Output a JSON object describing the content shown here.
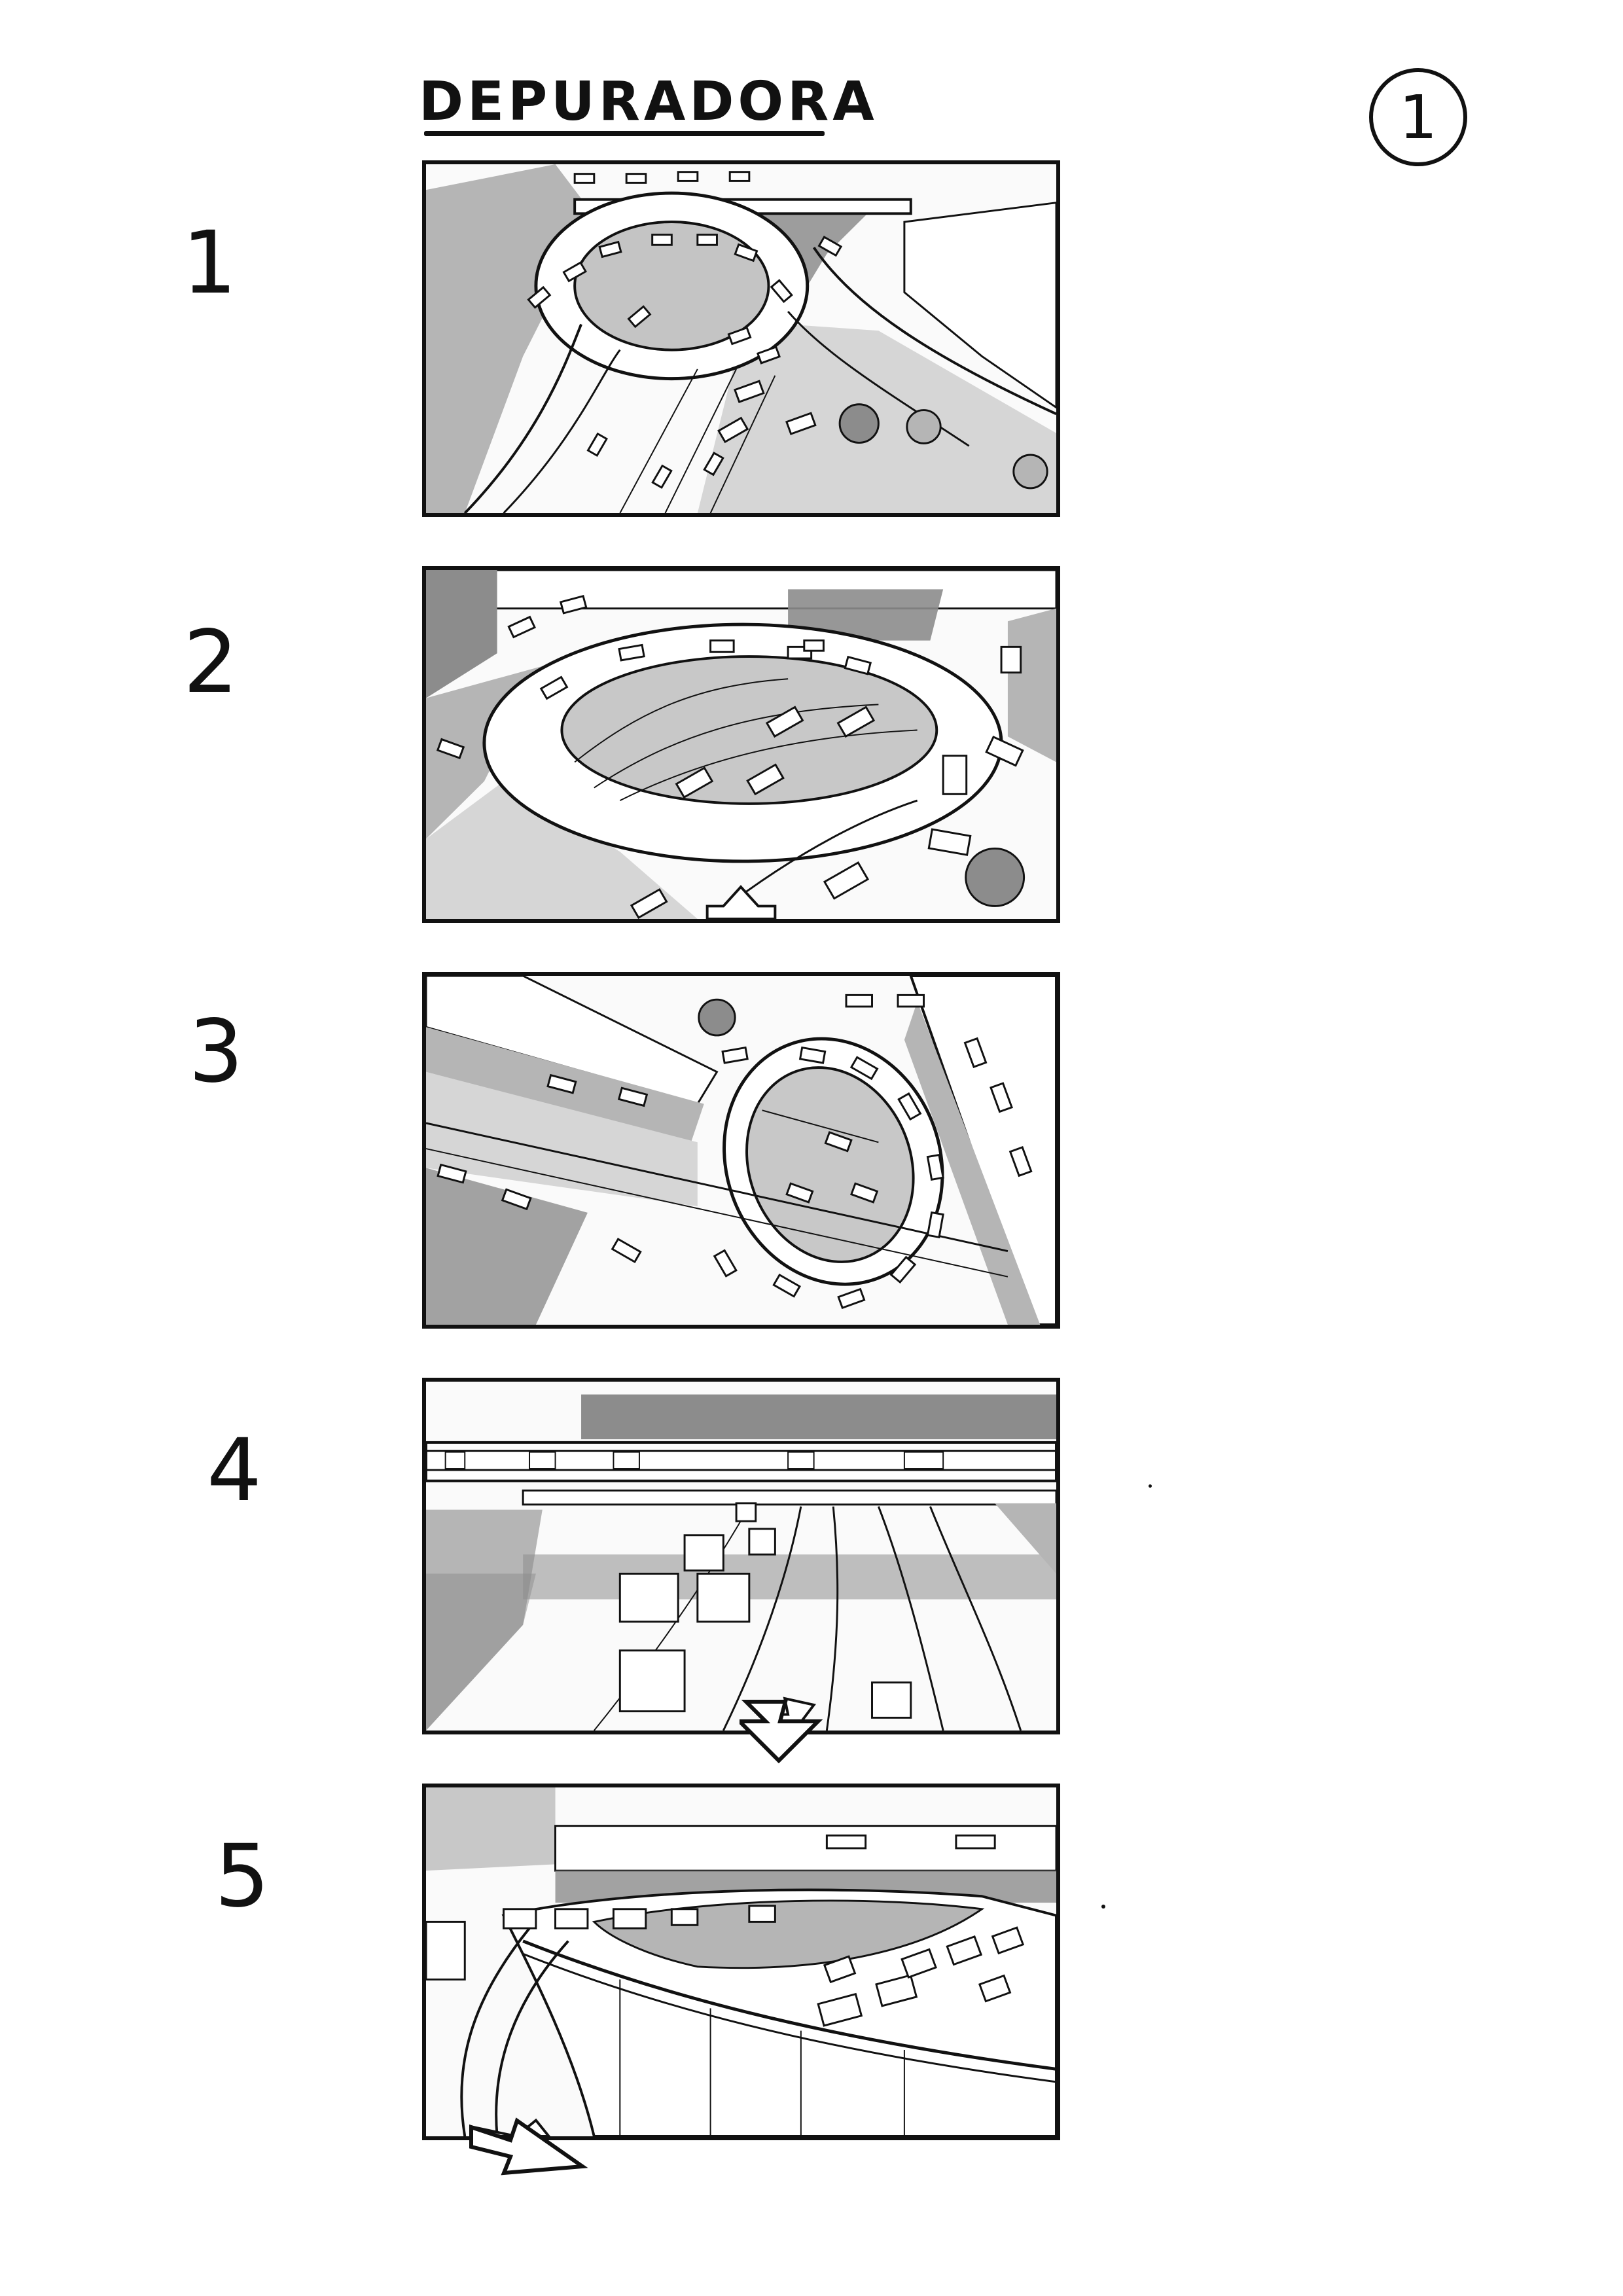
{
  "title": "DEPURADORA",
  "page_number": "1",
  "shots": [
    {
      "number": "1"
    },
    {
      "number": "2"
    },
    {
      "number": "3"
    },
    {
      "number": "4"
    },
    {
      "number": "5"
    }
  ],
  "colors": {
    "ink": "#111111",
    "shade_dark": "#8c8c8c",
    "shade_mid": "#b5b5b5",
    "shade_light": "#d6d6d6",
    "paper": "#ffffff"
  }
}
